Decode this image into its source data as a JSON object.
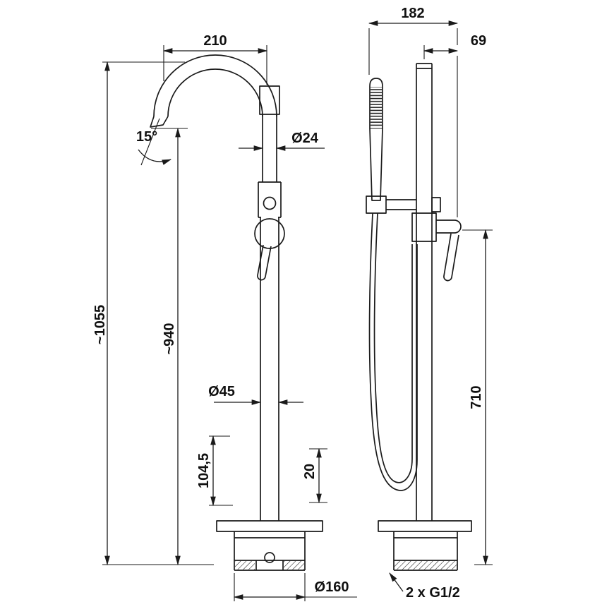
{
  "drawing": {
    "subject": "freestanding-bath-mixer-technical-drawing",
    "labels": {
      "spout_reach": "210",
      "spout_angle": "15°",
      "spout_diameter": "Ø24",
      "total_height": "~1055",
      "spout_height": "~940",
      "column_diameter": "Ø45",
      "lower_section_height": "104,5",
      "flange_thickness": "20",
      "base_diameter": "Ø160",
      "overall_depth": "182",
      "handle_offset": "69",
      "handle_height": "710",
      "connection_thread": "2 x G1/2"
    },
    "line_color": "#1a1a1a",
    "background_color": "#ffffff"
  }
}
